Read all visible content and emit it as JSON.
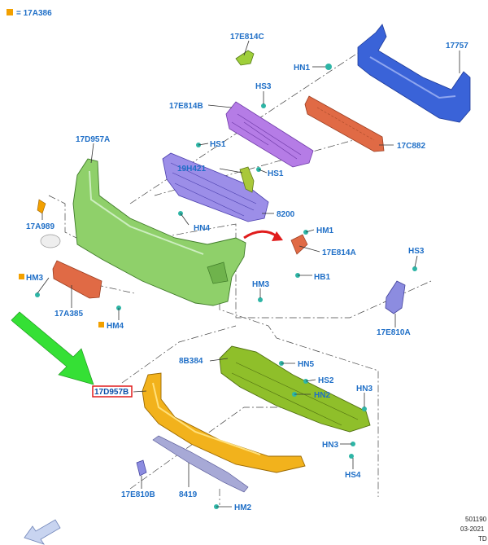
{
  "legend": {
    "symbol_color": "#f2a000",
    "text": "= 17A386"
  },
  "footer": {
    "line1": "501190",
    "line2": "03-2021",
    "line3": "TD"
  },
  "colors": {
    "blue_part": "#3a63d8",
    "red_part": "#e06a45",
    "purple_part": "#b57ce6",
    "lavender_part": "#9c8ee8",
    "green_bumper": "#8fd06a",
    "olive_part": "#8fbf2a",
    "yellow_part": "#f2b21c",
    "grey_strip": "#a7a9d6",
    "clip_teal": "#2eb5a6",
    "arrow_green": "#35e035",
    "arrow_red": "#e01c1c",
    "highlight_box": "#e01c1c"
  },
  "labels": {
    "l17E814C": "17E814C",
    "l17757": "17757",
    "lHN1": "HN1",
    "lHS3a": "HS3",
    "l17E814B": "17E814B",
    "l17C882": "17C882",
    "l17D957A": "17D957A",
    "lHS1a": "HS1",
    "l19H421": "19H421",
    "lHS1b": "HS1",
    "l17A989": "17A989",
    "lHN4": "HN4",
    "l8200": "8200",
    "lHM1": "HM1",
    "l17E814A": "17E814A",
    "lHS3b": "HS3",
    "lHM3a": "HM3",
    "lHB1": "HB1",
    "lHM3b": "HM3",
    "l17A385": "17A385",
    "lHM4": "HM4",
    "l17E810A": "17E810A",
    "l8B384": "8B384",
    "lHN5": "HN5",
    "lHS2": "HS2",
    "l17D957B": "17D957B",
    "lHN2": "HN2",
    "lHN3a": "HN3",
    "lHN3b": "HN3",
    "lHS4": "HS4",
    "l17E810B": "17E810B",
    "l8419": "8419",
    "lHM2": "HM2"
  }
}
